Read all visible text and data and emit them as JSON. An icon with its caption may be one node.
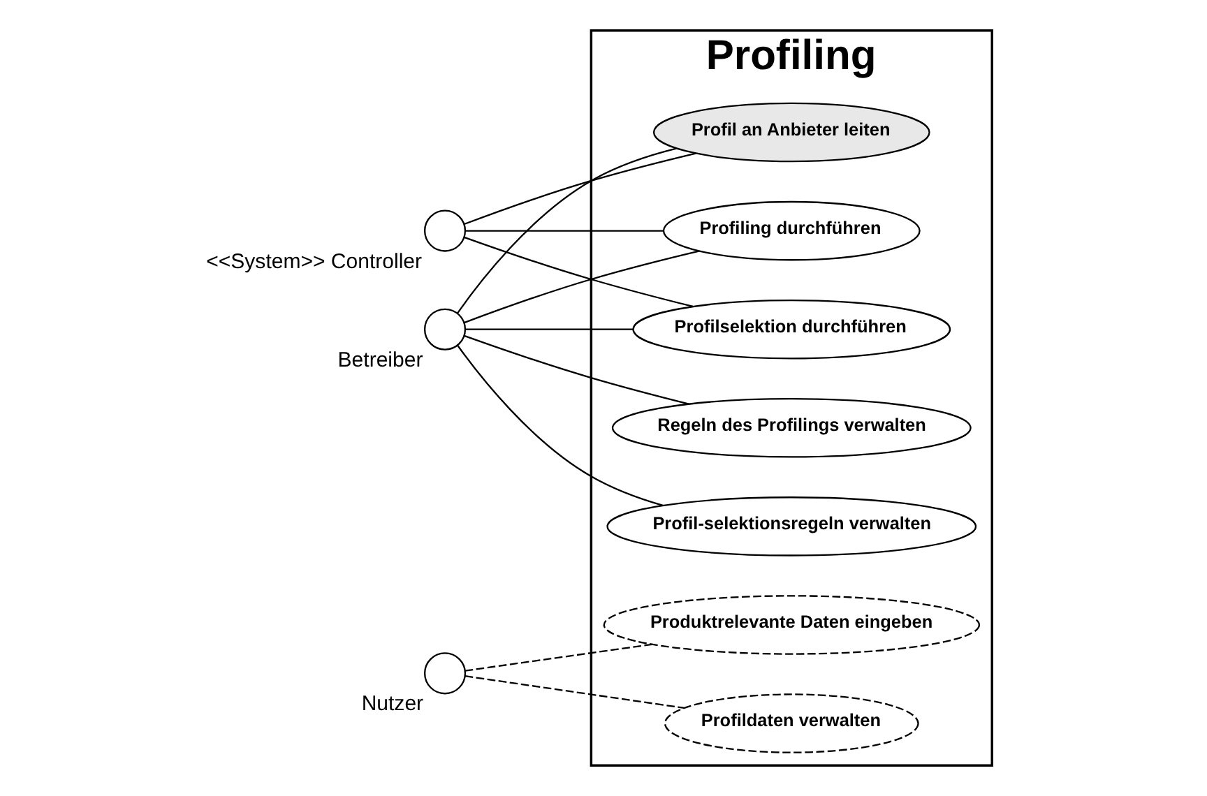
{
  "diagram": {
    "nodes": [
      {
        "text": [
          "Profiling"
        ]
      },
      {
        "text": [],
        "shape": "person",
        "beside": [
          "<<System>> Controller"
        ]
      },
      {
        "text": [],
        "shape": "person",
        "beside": [
          "Betreiber"
        ]
      },
      {
        "text": [
          "Regeln des Profilings verwalten"
        ],
        "in": 0
      },
      {
        "text": [
          "Profiling durchführen"
        ],
        "in": 0
      },
      {
        "text": [
          "Produktrelevante Daten eingeben"
        ],
        "in": 0
      },
      {
        "text": [
          "Profil-selektionsregeln verwalten"
        ],
        "in": 0
      },
      {
        "text": [
          "Profilselektion durchführen"
        ],
        "in": 0
      },
      {
        "text": [
          "Profildaten verwalten"
        ],
        "in": 0
      },
      {
        "text": [
          "Profil an Anbieter leiten"
        ],
        "in": 0
      },
      {
        "text": [],
        "shape": "person",
        "beside": [
          "Nutzer"
        ]
      }
    ],
    "edges": [
      {
        "from": 1,
        "to": 4,
        "arrow": "none"
      },
      {
        "from": 1,
        "to": 7,
        "arrow": "none"
      },
      {
        "from": 1,
        "to": 9,
        "arrow": "none"
      },
      {
        "from": 2,
        "to": 3,
        "arrow": "none"
      },
      {
        "from": 2,
        "to": 4,
        "arrow": "none"
      },
      {
        "from": 2,
        "to": 6,
        "arrow": "none"
      },
      {
        "from": 2,
        "to": 7,
        "arrow": "none"
      },
      {
        "from": 2,
        "to": 9,
        "arrow": "none"
      },
      {
        "from": 10,
        "to": 5,
        "arrow": "none",
        "style": "dashed"
      },
      {
        "from": 10,
        "to": 8,
        "arrow": "none",
        "style": "dashed"
      }
    ]
  }
}
